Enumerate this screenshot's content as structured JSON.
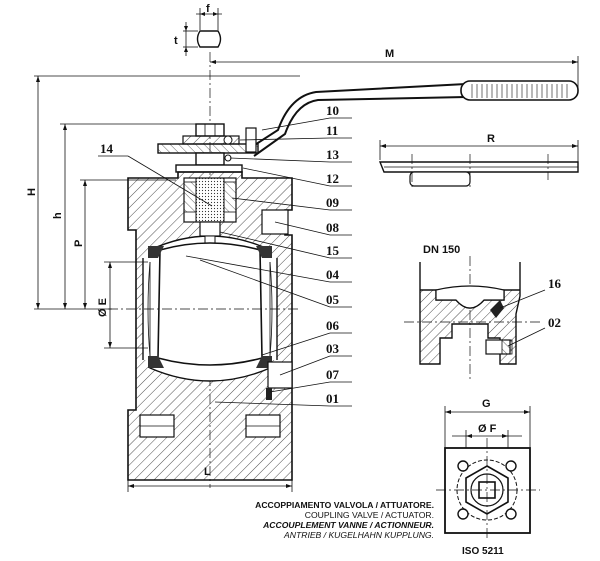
{
  "dimensions": {
    "f": "f",
    "t": "t",
    "M": "M",
    "R": "R",
    "H": "H",
    "h": "h",
    "P": "P",
    "E": "Ø E",
    "L": "L",
    "G": "G",
    "F": "Ø F"
  },
  "part_numbers": [
    "10",
    "11",
    "13",
    "12",
    "09",
    "08",
    "15",
    "04",
    "05",
    "06",
    "03",
    "07",
    "01",
    "14",
    "16",
    "02"
  ],
  "detail_label": "DN 150",
  "caption": {
    "line1": "ACCOPPIAMENTO VALVOLA / ATTUATORE.",
    "line2": "COUPLING VALVE / ACTUATOR.",
    "line3": "ACCOUPLEMENT VANNE / ACTIONNEUR.",
    "line4": "ANTRIEB / KUGELHAHN KUPPLUNG."
  },
  "iso_label": "ISO 5211"
}
